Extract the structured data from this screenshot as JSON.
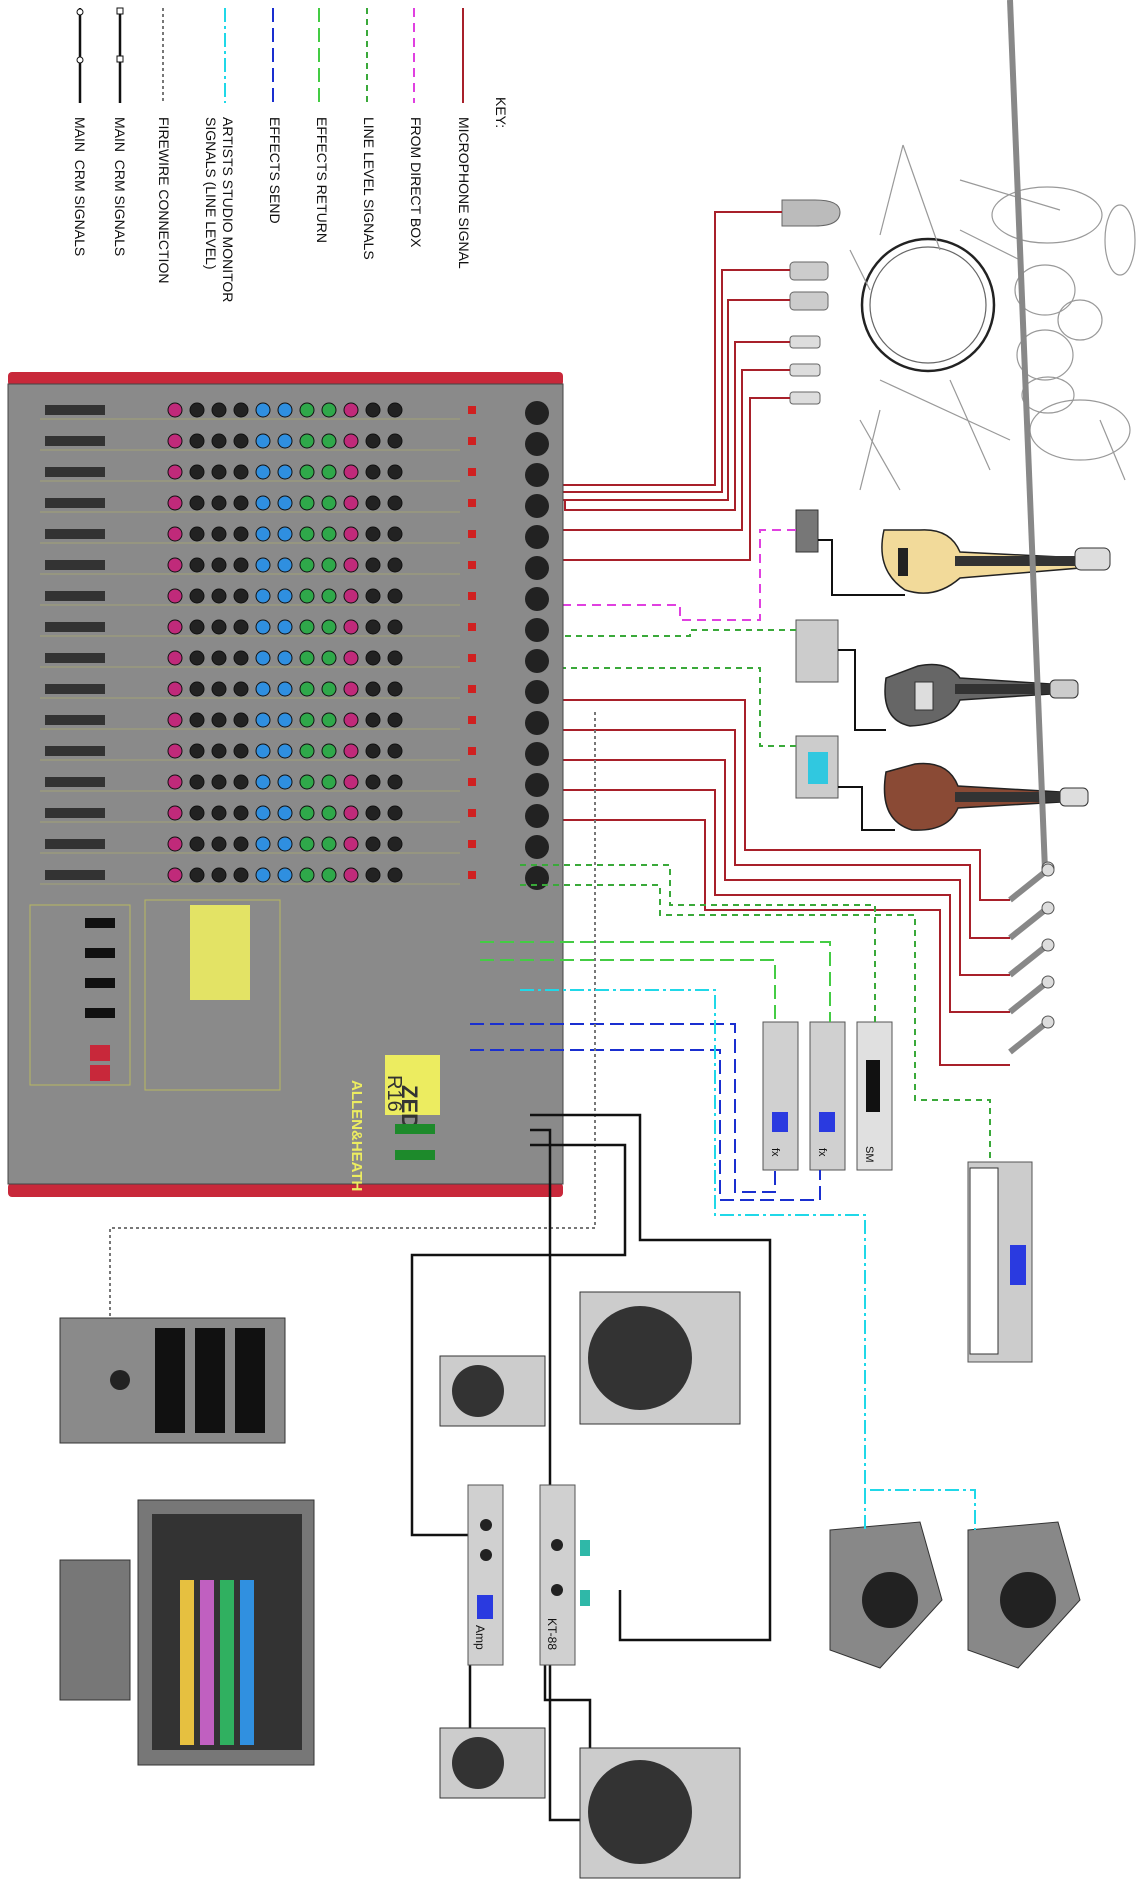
{
  "key": {
    "title": "KEY:",
    "items": [
      {
        "label": "MICROPHONE SIGNAL",
        "color": "#a8202a",
        "style": "solid"
      },
      {
        "label": "FROM DIRECT BOX",
        "color": "#e040e0",
        "style": "dashed"
      },
      {
        "label": "LINE LEVEL SIGNALS",
        "color": "#3aa93a",
        "style": "dashed"
      },
      {
        "label": "EFFECTS RETURN",
        "color": "#44cc44",
        "style": "dashed-long"
      },
      {
        "label": "EFFECTS SEND",
        "color": "#1a2fd0",
        "style": "dashed-long"
      },
      {
        "label": "ARTISTS STUDIO MONITOR\nSIGNALS (LINE LEVEL)",
        "color": "#20d8e8",
        "style": "dashdot"
      },
      {
        "label": "FIREWIRE CONNECTION",
        "color": "#777777",
        "style": "dotted"
      },
      {
        "label": "MAIN  CRM SIGNALS",
        "color": "#111111",
        "style": "square-nodes"
      },
      {
        "label": "MAIN  CRM SIGNALS",
        "color": "#111111",
        "style": "round-nodes"
      }
    ]
  },
  "mixer": {
    "brand": "ALLEN&HEATH",
    "model_line1": "ZED",
    "model_line2": "R16",
    "channel_count": 16,
    "colors": {
      "body": "#8a8a8a",
      "trim": "#c8283a",
      "yellow": "#ecec60",
      "knob_pink": "#c02a7a",
      "knob_blue": "#2f8fe0",
      "knob_green": "#2fa84a"
    }
  },
  "devices": {
    "fx1_label": "fx",
    "fx2_label": "fx",
    "sm_label": "SM",
    "amp_label": "Amp",
    "kt88_label": "KT-88"
  }
}
